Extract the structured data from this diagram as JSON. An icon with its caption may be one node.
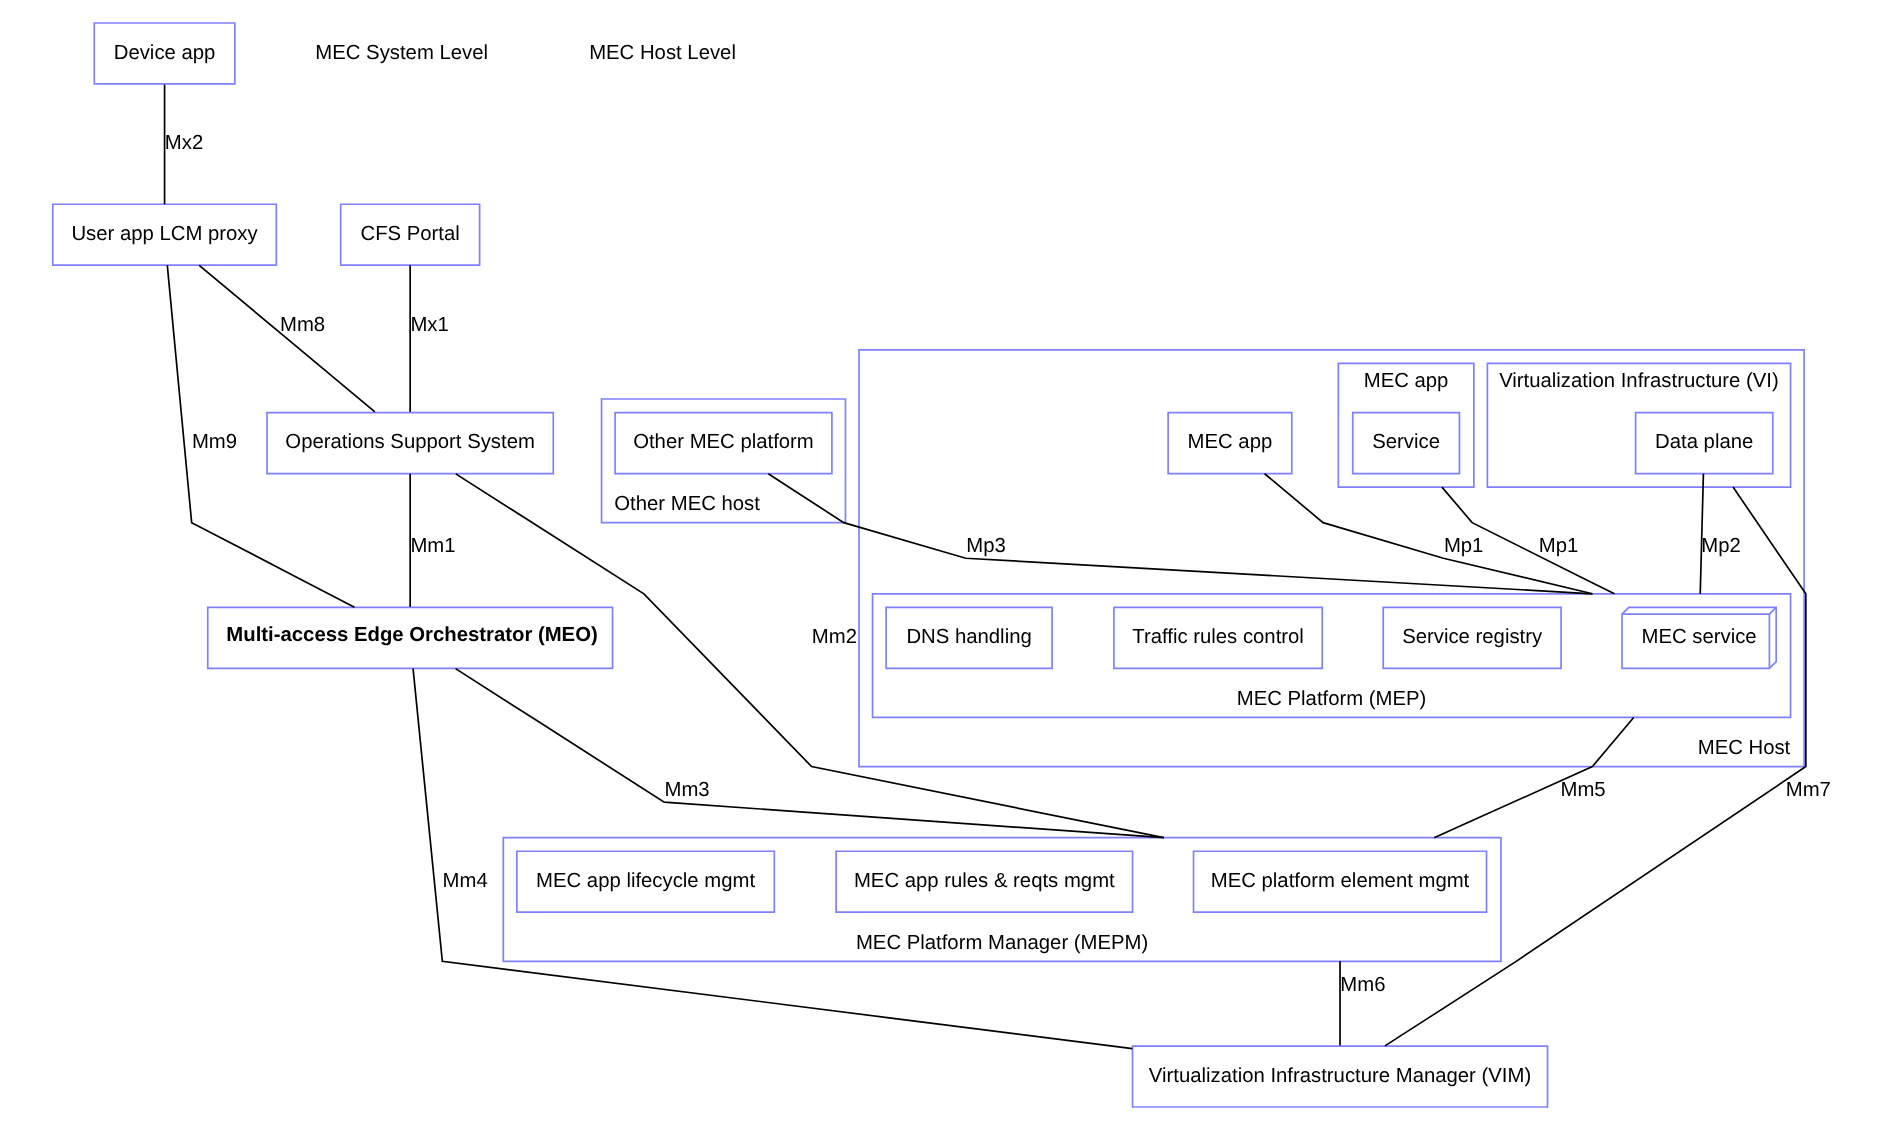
{
  "diagram": {
    "nodes": [
      {
        "text": [
          "CFS Portal"
        ]
      },
      {
        "text": [
          "Device app"
        ]
      },
      {
        "text": [
          "User app LCM proxy"
        ]
      },
      {
        "text": [
          "Operations Support System"
        ]
      },
      {
        "text": [
          "Multi-access Edge Orchestrator (MEO)"
        ]
      },
      {
        "text": [
          "Other MEC host"
        ]
      },
      {
        "text": [
          "Other MEC platform"
        ],
        "in": 5
      },
      {
        "text": [
          "MEC Host"
        ]
      },
      {
        "text": [
          "MEC Platform (MEP)"
        ],
        "in": 7
      },
      {
        "text": [
          "MEC service"
        ],
        "in": 8
      },
      {
        "text": [
          "Service registry"
        ],
        "in": 8
      },
      {
        "text": [
          "Traffic rules control"
        ],
        "in": 8
      },
      {
        "text": [
          "DNS handling"
        ],
        "in": 8
      },
      {
        "text": [
          "MEC app"
        ],
        "in": 7
      },
      {
        "text": [
          "MEC app"
        ],
        "in": 7
      },
      {
        "text": [
          "Service"
        ],
        "in": 14
      },
      {
        "text": [
          "Virtualization Infrastructure (VI)"
        ],
        "in": 7
      },
      {
        "text": [
          "Data plane"
        ],
        "in": 16
      },
      {
        "text": [
          "MEC Platform Manager (MEPM)"
        ]
      },
      {
        "text": [
          "MEC platform element mgmt"
        ],
        "in": 18
      },
      {
        "text": [
          "MEC app rules & reqts mgmt"
        ],
        "in": 18
      },
      {
        "text": [
          "MEC app lifecycle mgmt"
        ],
        "in": 18
      },
      {
        "text": [
          "Virtualization Infrastructure Manager (VIM)"
        ]
      }
    ],
    "edges": [
      {
        "from": 0,
        "to": 3,
        "arrow": "none",
        "label": "Mx1"
      },
      {
        "from": 1,
        "to": 2,
        "arrow": "none",
        "label": "Mx2"
      },
      {
        "from": 2,
        "to": 3,
        "arrow": "none",
        "label": "Mm8"
      },
      {
        "from": 2,
        "to": 4,
        "arrow": "none",
        "label": "Mm9"
      },
      {
        "from": 3,
        "to": 4,
        "arrow": "none",
        "label": "Mm1"
      },
      {
        "from": 3,
        "to": 18,
        "arrow": "none",
        "label": "Mm2"
      },
      {
        "from": 4,
        "to": 18,
        "arrow": "none",
        "label": "Mm3"
      },
      {
        "from": 4,
        "to": 22,
        "arrow": "none",
        "label": "Mm4"
      },
      {
        "from": 6,
        "to": 8,
        "arrow": "none",
        "label": "Mp3"
      },
      {
        "from": 13,
        "to": 8,
        "arrow": "none",
        "label": "Mp1"
      },
      {
        "from": 14,
        "to": 8,
        "arrow": "none",
        "label": "Mp1"
      },
      {
        "from": 8,
        "to": 18,
        "arrow": "none",
        "label": "Mm5"
      },
      {
        "from": 18,
        "to": 22,
        "arrow": "none",
        "label": "Mm6"
      },
      {
        "from": 16,
        "to": 22,
        "arrow": "none",
        "label": "Mm7"
      },
      {
        "from": 17,
        "to": 8,
        "arrow": "none",
        "label": "Mp2"
      }
    ],
    "labels": [
      "MEC System Level",
      "MEC Host Level"
    ]
  }
}
